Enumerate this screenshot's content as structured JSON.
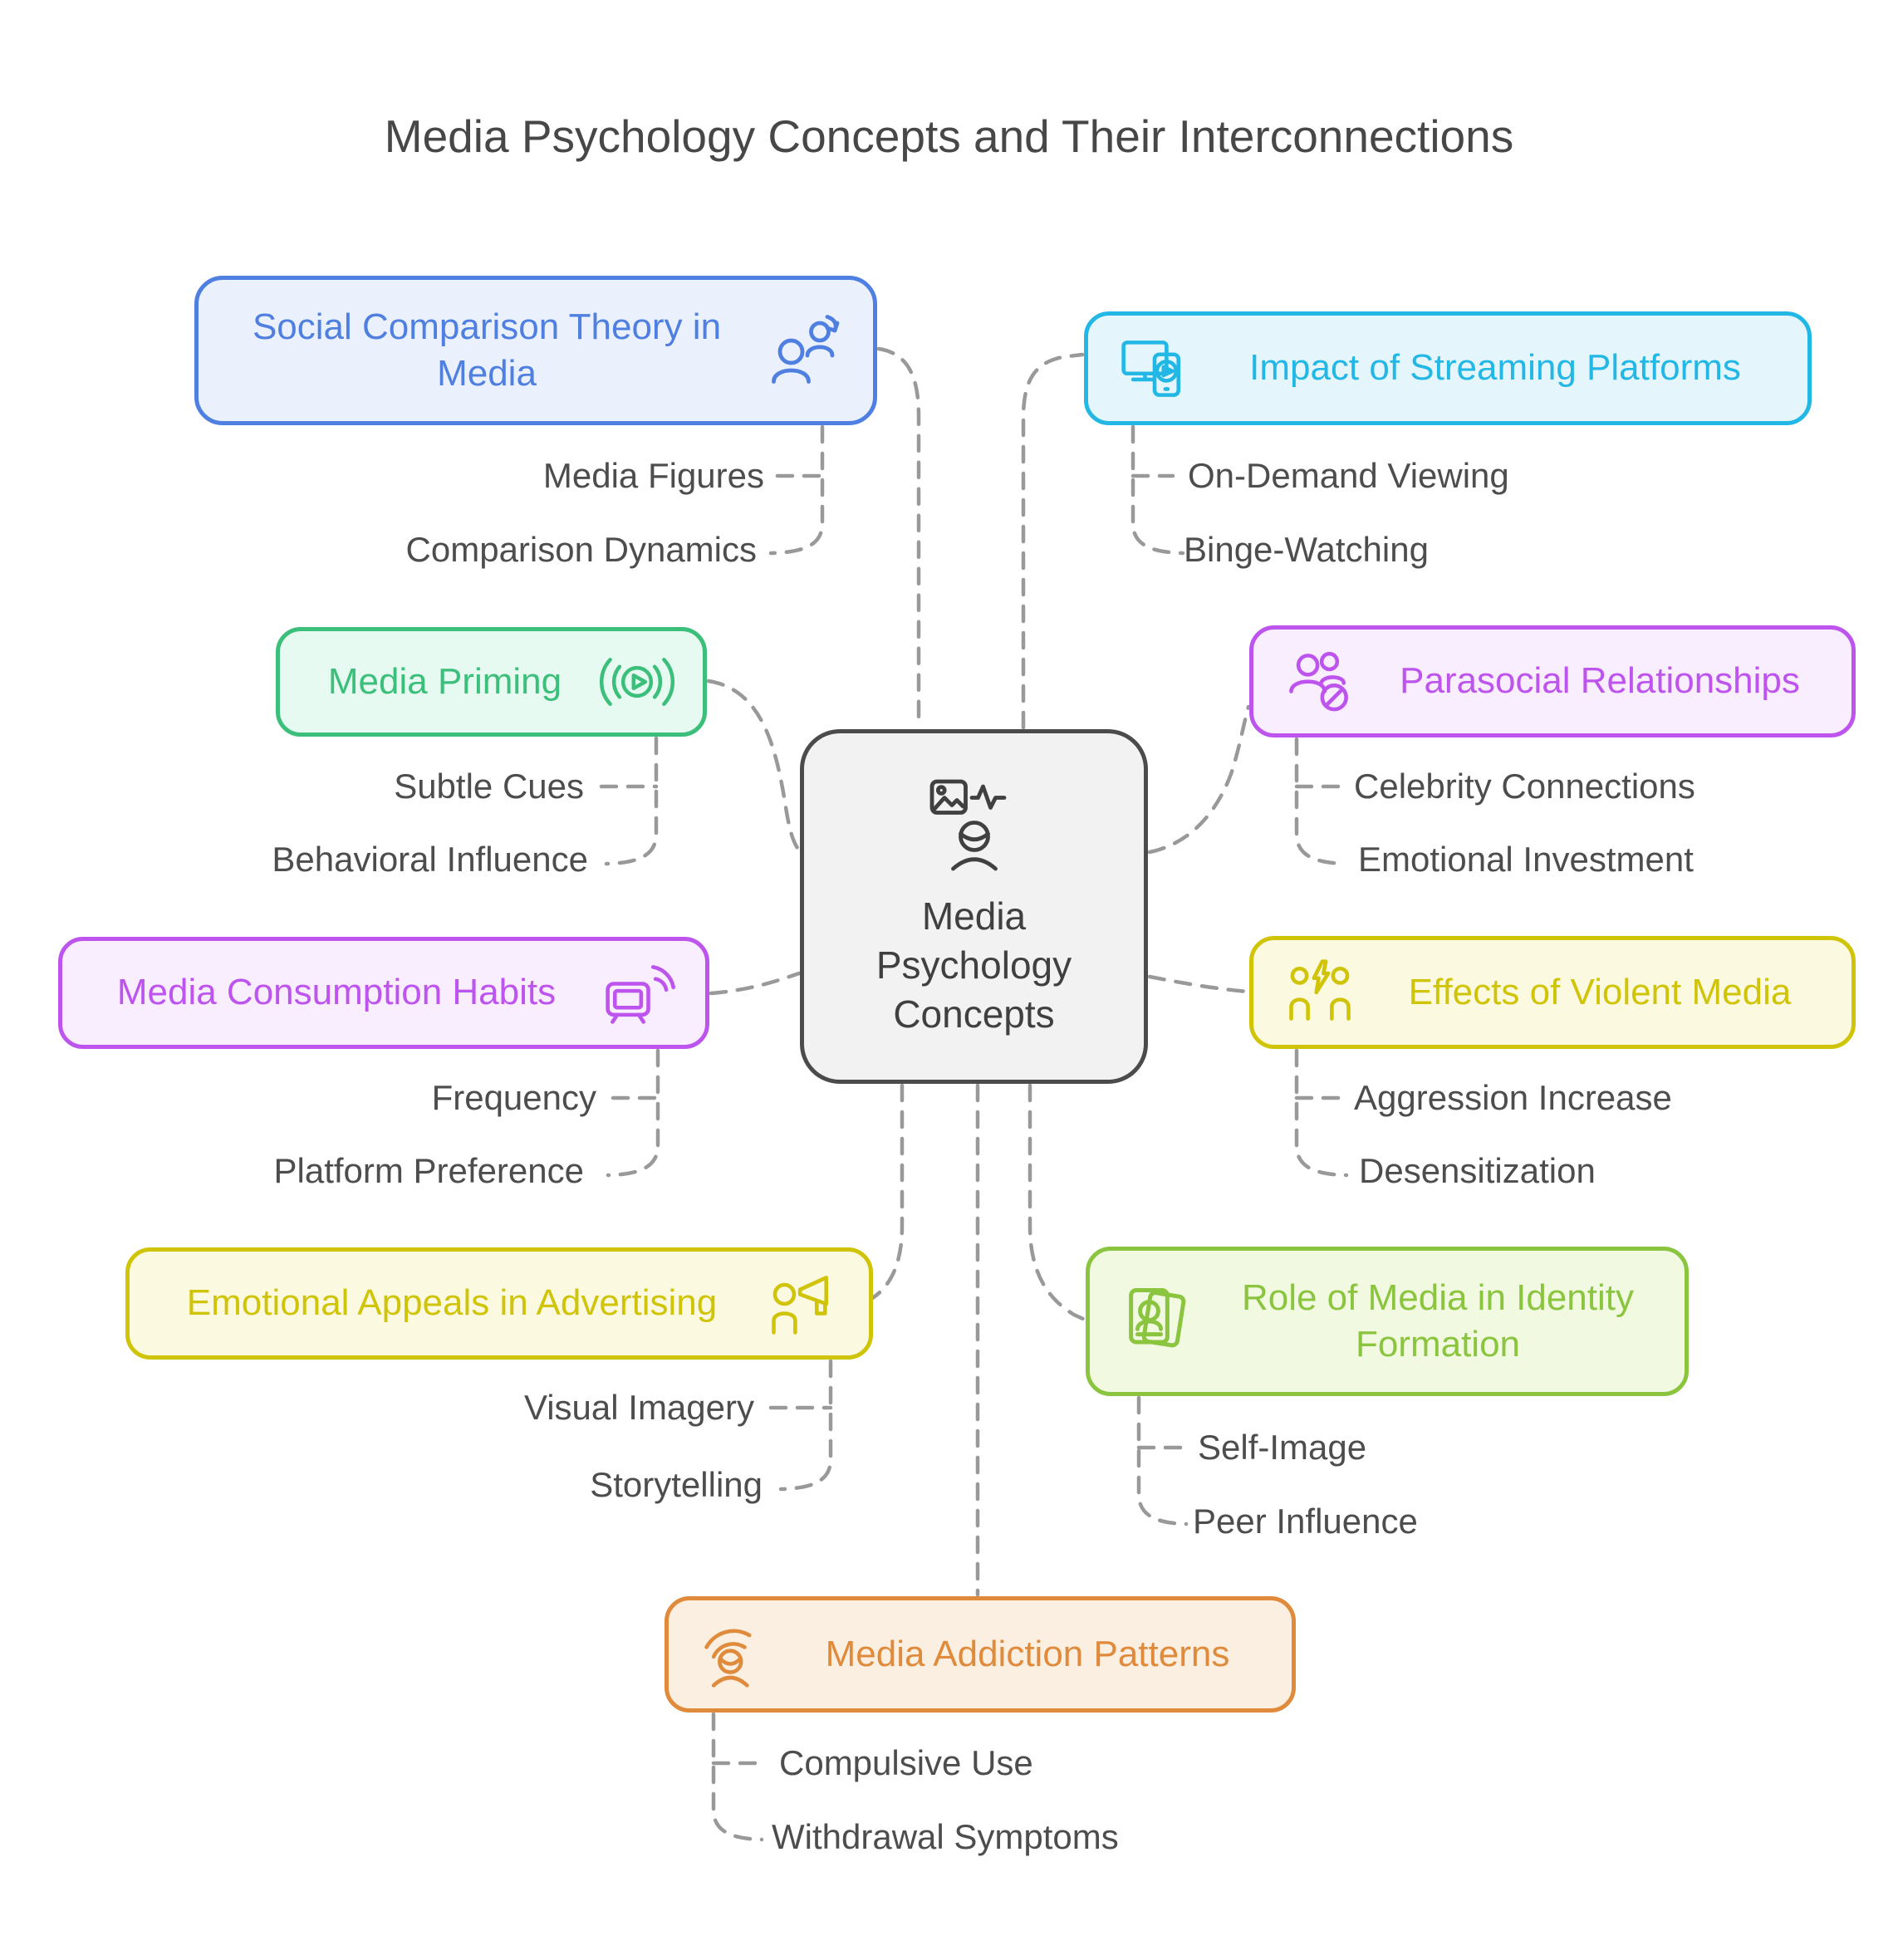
{
  "title": "Media Psychology Concepts and Their Interconnections",
  "center": {
    "label": "Media Psychology Concepts",
    "icon": "media-image-waveform-person-icon",
    "border_color": "#4B4B4B",
    "bg_color": "#F2F2F2"
  },
  "connector_color": "#999999",
  "child_text_color": "#4D4D4D",
  "branches": [
    {
      "id": "social-comparison",
      "label": "Social Comparison Theory in Media",
      "icon": "people-comparison-icon",
      "color": "#4E7FE1",
      "bg": "#EAF1FC",
      "side": "left",
      "children": [
        "Media Figures",
        "Comparison Dynamics"
      ]
    },
    {
      "id": "streaming",
      "label": "Impact of Streaming Platforms",
      "icon": "devices-play-icon",
      "color": "#22B7E5",
      "bg": "#E4F6FC",
      "side": "right",
      "children": [
        "On-Demand Viewing",
        "Binge-Watching"
      ]
    },
    {
      "id": "priming",
      "label": "Media Priming",
      "icon": "broadcast-play-icon",
      "color": "#3BBF7A",
      "bg": "#E7FAF1",
      "side": "left",
      "children": [
        "Subtle Cues",
        "Behavioral Influence"
      ]
    },
    {
      "id": "parasocial",
      "label": "Parasocial Relationships",
      "icon": "users-slash-icon",
      "color": "#BD54EE",
      "bg": "#F9EEFE",
      "side": "right",
      "children": [
        "Celebrity Connections",
        "Emotional Investment"
      ]
    },
    {
      "id": "consumption",
      "label": "Media Consumption Habits",
      "icon": "tv-signal-icon",
      "color": "#BD54EE",
      "bg": "#F9EEFE",
      "side": "left",
      "children": [
        "Frequency",
        "Platform Preference"
      ]
    },
    {
      "id": "violent",
      "label": "Effects of Violent Media",
      "icon": "people-lightning-icon",
      "color": "#D0C409",
      "bg": "#FCF9E1",
      "side": "right",
      "children": [
        "Aggression Increase",
        "Desensitization"
      ]
    },
    {
      "id": "emotional",
      "label": "Emotional Appeals in Advertising",
      "icon": "person-megaphone-icon",
      "color": "#D0C409",
      "bg": "#FCF9E1",
      "side": "left",
      "children": [
        "Visual Imagery",
        "Storytelling"
      ]
    },
    {
      "id": "identity",
      "label": "Role of Media in Identity Formation",
      "icon": "photo-cards-icon",
      "color": "#8BC53F",
      "bg": "#F1F9E1",
      "side": "right",
      "children": [
        "Self-Image",
        "Peer Influence"
      ]
    },
    {
      "id": "addiction",
      "label": "Media Addiction Patterns",
      "icon": "wifi-person-icon",
      "color": "#DF8B3B",
      "bg": "#FBEFE1",
      "side": "bottom",
      "children": [
        "Compulsive Use",
        "Withdrawal Symptoms"
      ]
    }
  ]
}
